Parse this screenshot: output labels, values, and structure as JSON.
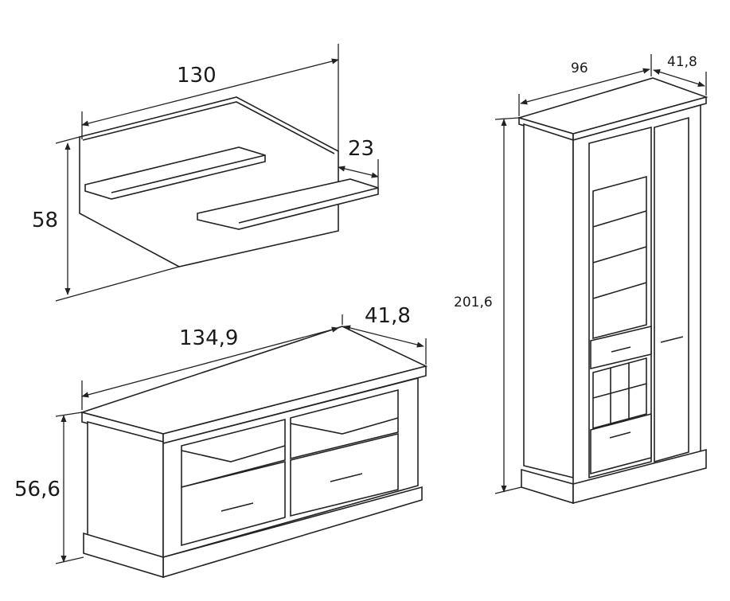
{
  "wall_shelf": {
    "width_label": "130",
    "depth_label": "23",
    "height_label": "58"
  },
  "tv_stand": {
    "width_label": "134,9",
    "depth_label": "41,8",
    "height_label": "56,6"
  },
  "cabinet": {
    "width_label": "96",
    "depth_label": "41,8",
    "height_label": "201,6"
  }
}
